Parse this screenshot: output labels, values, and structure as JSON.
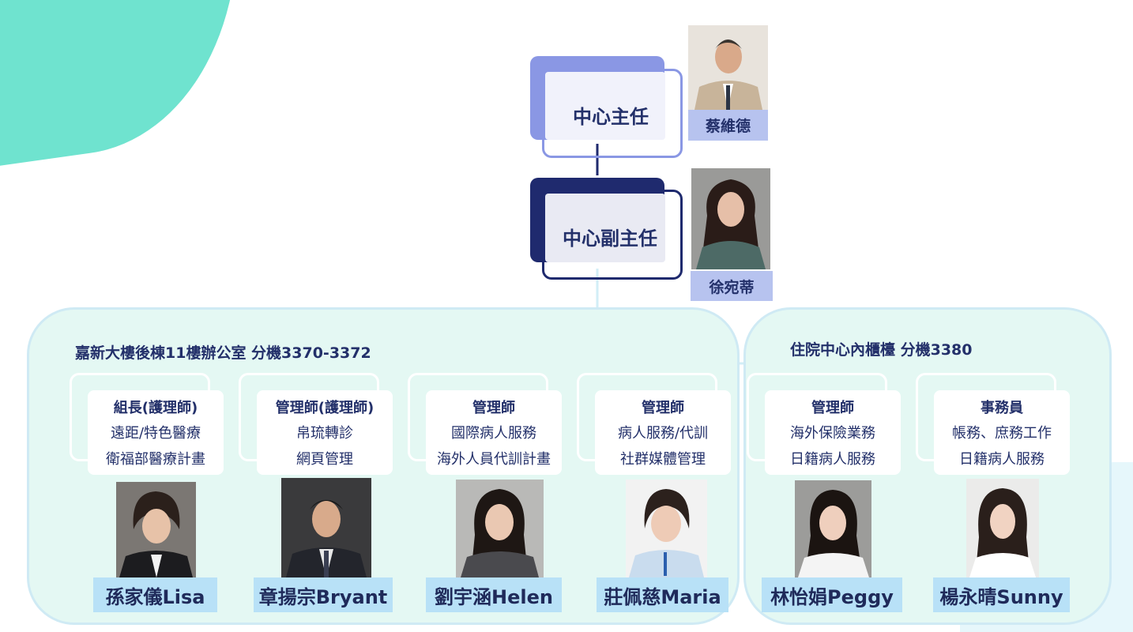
{
  "leaders": [
    {
      "title": "中心主任",
      "name": "蔡維德"
    },
    {
      "title": "中心副主任",
      "name": "徐宛蒂"
    }
  ],
  "groups": [
    {
      "title": "嘉新大樓後棟11樓辦公室 分機3370-3372"
    },
    {
      "title": "住院中心內櫃檯 分機3380"
    }
  ],
  "staff": [
    {
      "role": "組長(護理師)",
      "duties": [
        "遠距/特色醫療",
        "衛福部醫療計畫"
      ],
      "name": "孫家儀Lisa"
    },
    {
      "role": "管理師(護理師)",
      "duties": [
        "帛琉轉診",
        "網頁管理"
      ],
      "name": "章揚宗Bryant"
    },
    {
      "role": "管理師",
      "duties": [
        "國際病人服務",
        "海外人員代訓計畫"
      ],
      "name": "劉宇涵Helen"
    },
    {
      "role": "管理師",
      "duties": [
        "病人服務/代訓",
        "社群媒體管理"
      ],
      "name": "莊佩慈Maria"
    },
    {
      "role": "管理師",
      "duties": [
        "海外保險業務",
        "日籍病人服務"
      ],
      "name": "林怡娟Peggy"
    },
    {
      "role": "事務員",
      "duties": [
        "帳務、庶務工作",
        "日籍病人服務"
      ],
      "name": "楊永晴Sunny"
    }
  ],
  "colors": {
    "director": "#8a97e4",
    "deputy": "#1f2a6e",
    "group_bg": "#e4f8f3",
    "name_tag": "#b8e1f7",
    "accent_blob": "#6fe3cf"
  },
  "icons": [
    "person-photo"
  ]
}
